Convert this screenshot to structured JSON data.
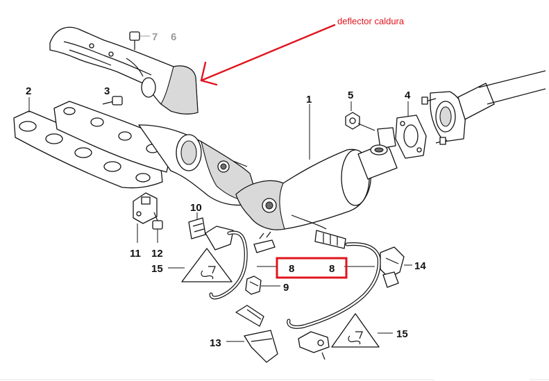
{
  "annotation": {
    "text": "deflector caldura",
    "color": "#e0141c"
  },
  "highlight_color": "#e0141c",
  "callouts": {
    "p1": "1",
    "p2": "2",
    "p3": "3",
    "p4": "4",
    "p5": "5",
    "p6": "6",
    "p7": "7",
    "p8a": "8",
    "p8b": "8",
    "p9": "9",
    "p10": "10",
    "p11": "11",
    "p12": "12",
    "p13": "13",
    "p14": "14",
    "p15a": "15",
    "p15b": "15"
  }
}
